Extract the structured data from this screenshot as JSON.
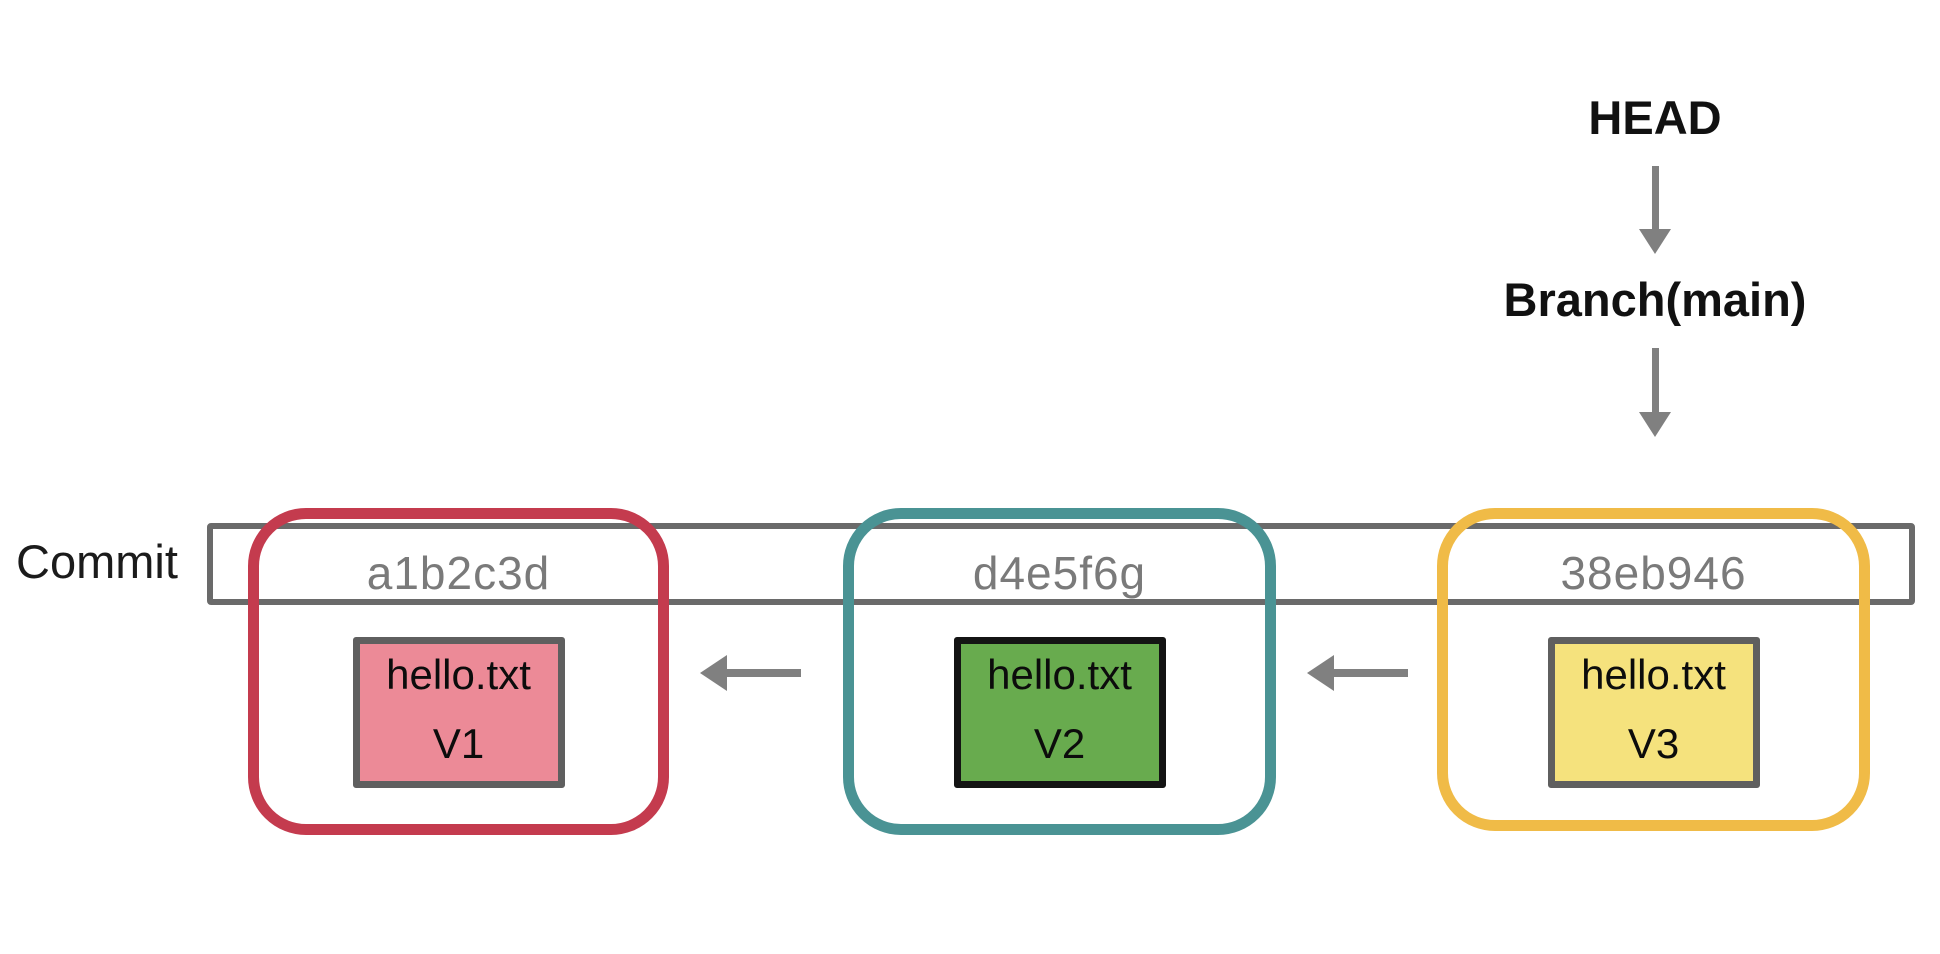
{
  "pointers": {
    "head_label": "HEAD",
    "branch_label": "Branch(main)"
  },
  "commit_row": {
    "label": "Commit"
  },
  "commits": [
    {
      "hash": "a1b2c3d",
      "file_name": "hello.txt",
      "version": "V1",
      "border_color": "#c43b4e",
      "file_fill": "#ec8a97",
      "file_border": "#5f5f5f"
    },
    {
      "hash": "d4e5f6g",
      "file_name": "hello.txt",
      "version": "V2",
      "border_color": "#4a9394",
      "file_fill": "#68ab4e",
      "file_border": "#141414"
    },
    {
      "hash": "38eb946",
      "file_name": "hello.txt",
      "version": "V3",
      "border_color": "#f0bb47",
      "file_fill": "#f5e27d",
      "file_border": "#5f5f5f"
    }
  ],
  "colors": {
    "arrow_gray": "#808080",
    "band_border": "#6a6a6a",
    "hash_text": "#7a7a7a"
  }
}
